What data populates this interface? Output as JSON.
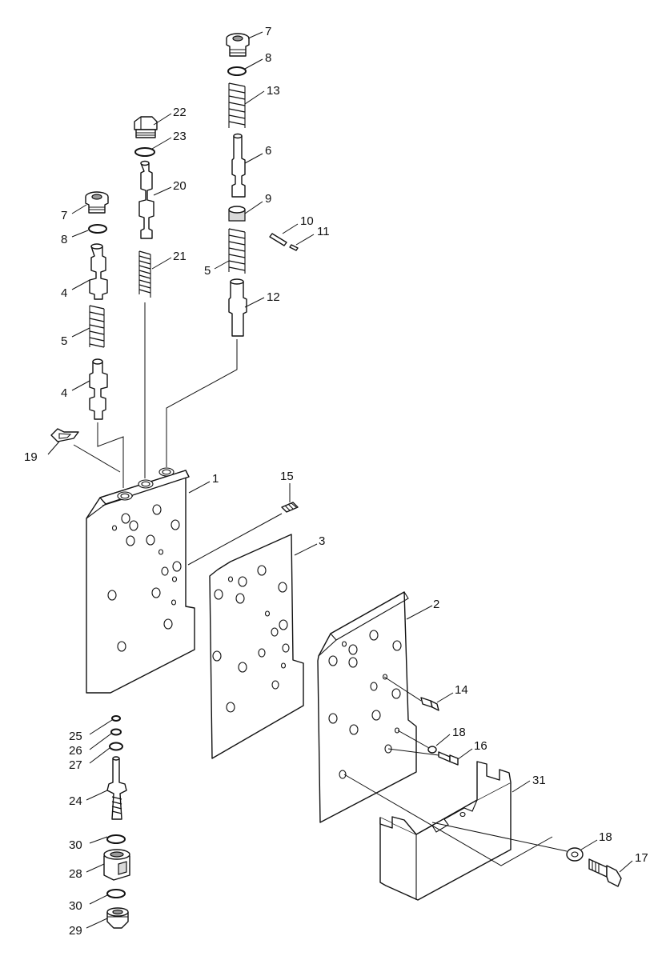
{
  "callouts": [
    {
      "id": "c1",
      "label": "1"
    },
    {
      "id": "c2",
      "label": "2"
    },
    {
      "id": "c3",
      "label": "3"
    },
    {
      "id": "c4a",
      "label": "4"
    },
    {
      "id": "c4b",
      "label": "4"
    },
    {
      "id": "c5a",
      "label": "5"
    },
    {
      "id": "c5b",
      "label": "5"
    },
    {
      "id": "c6",
      "label": "6"
    },
    {
      "id": "c7a",
      "label": "7"
    },
    {
      "id": "c7b",
      "label": "7"
    },
    {
      "id": "c8a",
      "label": "8"
    },
    {
      "id": "c8b",
      "label": "8"
    },
    {
      "id": "c9",
      "label": "9"
    },
    {
      "id": "c10",
      "label": "10"
    },
    {
      "id": "c11",
      "label": "11"
    },
    {
      "id": "c12",
      "label": "12"
    },
    {
      "id": "c13",
      "label": "13"
    },
    {
      "id": "c14",
      "label": "14"
    },
    {
      "id": "c15",
      "label": "15"
    },
    {
      "id": "c16",
      "label": "16"
    },
    {
      "id": "c17",
      "label": "17"
    },
    {
      "id": "c18a",
      "label": "18"
    },
    {
      "id": "c18b",
      "label": "18"
    },
    {
      "id": "c19",
      "label": "19"
    },
    {
      "id": "c20",
      "label": "20"
    },
    {
      "id": "c21",
      "label": "21"
    },
    {
      "id": "c22",
      "label": "22"
    },
    {
      "id": "c23",
      "label": "23"
    },
    {
      "id": "c24",
      "label": "24"
    },
    {
      "id": "c25",
      "label": "25"
    },
    {
      "id": "c26",
      "label": "26"
    },
    {
      "id": "c27",
      "label": "27"
    },
    {
      "id": "c28",
      "label": "28"
    },
    {
      "id": "c29",
      "label": "29"
    },
    {
      "id": "c30a",
      "label": "30"
    },
    {
      "id": "c30b",
      "label": "30"
    },
    {
      "id": "c31",
      "label": "31"
    }
  ]
}
